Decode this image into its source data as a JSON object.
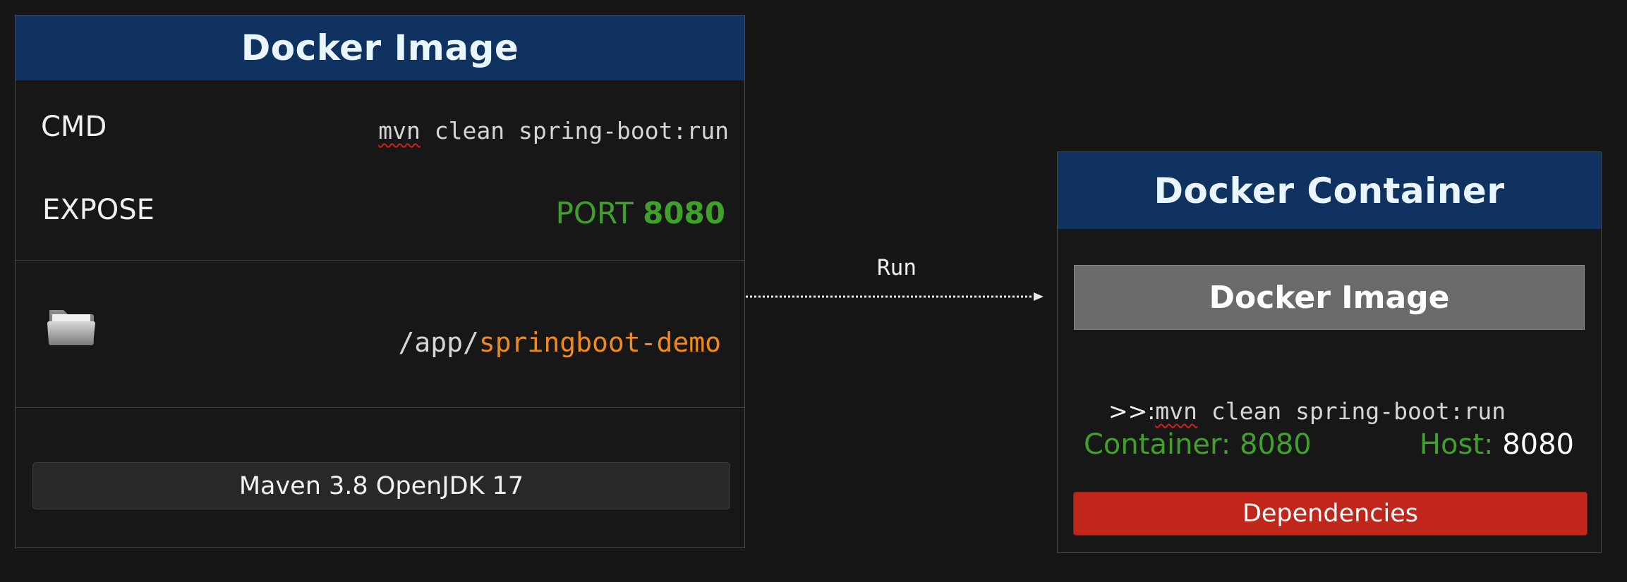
{
  "image_panel": {
    "title": "Docker Image",
    "cmd_label": "CMD",
    "cmd_prefix": "mvn",
    "cmd_rest": " clean spring-boot:run",
    "expose_label": "EXPOSE",
    "port_word": "PORT",
    "port_number": "8080",
    "path_prefix": "/app/",
    "path_name": "springboot-demo",
    "base_image": "Maven 3.8 OpenJDK 17"
  },
  "arrow": {
    "label": "Run"
  },
  "container_panel": {
    "title": "Docker Container",
    "inner_image": "Docker Image",
    "prompt": ">>:",
    "cmd_prefix": "mvn",
    "cmd_rest": " clean spring-boot:run",
    "container_label": "Container: 8080",
    "host_label": "Host:",
    "host_port": "8080",
    "dependencies": "Dependencies"
  },
  "colors": {
    "header_bg": "#0f3261",
    "port_green": "#3fa02a",
    "path_orange": "#f08a1c",
    "dependencies_red": "#c0261a",
    "inner_image_gray": "#6a6a6a"
  },
  "icons": [
    "folder-icon",
    "arrow-right-icon"
  ]
}
